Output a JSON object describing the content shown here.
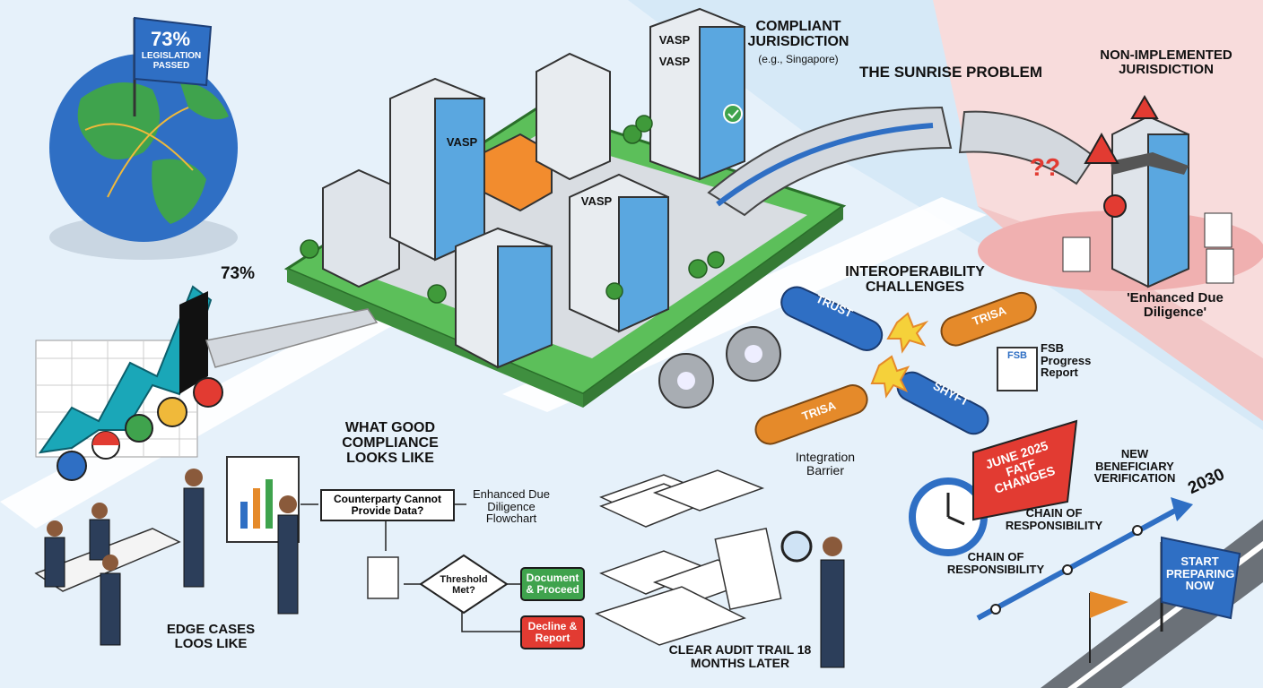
{
  "flag_globe": {
    "percent": "73%",
    "caption": "LEGISLATION PASSED"
  },
  "growth_chart": {
    "value_label": "73%"
  },
  "compliant": {
    "title": "COMPLIANT JURISDICTION",
    "example": "(e.g., Singapore)",
    "building_label": "VASP"
  },
  "sunrise": {
    "title": "THE SUNRISE PROBLEM"
  },
  "non_implemented": {
    "title": "NON-IMPLEMENTED JURISDICTION",
    "edd_label": "'Enhanced Due Diligence'",
    "question_marks": "??"
  },
  "interop": {
    "title": "INTEROPERABILITY CHALLENGES",
    "tubes": [
      "TRUST",
      "TRISA",
      "SHYFT",
      "TRISA"
    ],
    "fsb_doc": "FSB",
    "fsb_label": "FSB Progress Report",
    "barrier_label": "Integration Barrier"
  },
  "good_compliance": {
    "title": "WHAT GOOD COMPLIANCE LOOKS LIKE",
    "edge_cases": "EDGE CASES LOOS LIKE",
    "flowchart_label": "Enhanced Due Diligence Flowchart",
    "q1": "Counterparty Cannot Provide Data?",
    "q2": "Threshold Met?",
    "yes": "Document & Proceed",
    "no": "Decline & Report"
  },
  "audit": {
    "label": "CLEAR AUDIT TRAIL 18 MONTHS LATER"
  },
  "timeline": {
    "banner": "JUNE 2025 FATF CHANGES",
    "new_ver": "NEW BENEFICIARY VERIFICATION",
    "chain1": "CHAIN OF RESPONSIBILITY",
    "chain2": "CHAIN OF RESPONSIBILITY",
    "year": "2030",
    "start_flag": "START PREPARING NOW"
  },
  "colors": {
    "green_zone": "#5cbf5a",
    "red_zone": "#f6d3d3",
    "blue_accent": "#2f6fc4",
    "alert": "#e23b32"
  }
}
